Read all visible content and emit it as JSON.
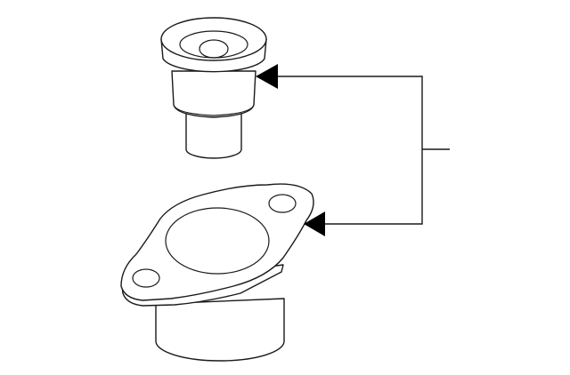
{
  "diagram": {
    "parts": [
      {
        "id": "upper-part",
        "kind": "bushing"
      },
      {
        "id": "lower-part",
        "kind": "flanged-seat"
      }
    ],
    "callouts": [
      {
        "target": "upper-part",
        "style": "filled-arrowhead"
      },
      {
        "target": "lower-part",
        "style": "filled-arrowhead"
      }
    ],
    "colors": {
      "line": "#1a1a1a",
      "arrow": "#000000",
      "background": "#ffffff"
    }
  }
}
